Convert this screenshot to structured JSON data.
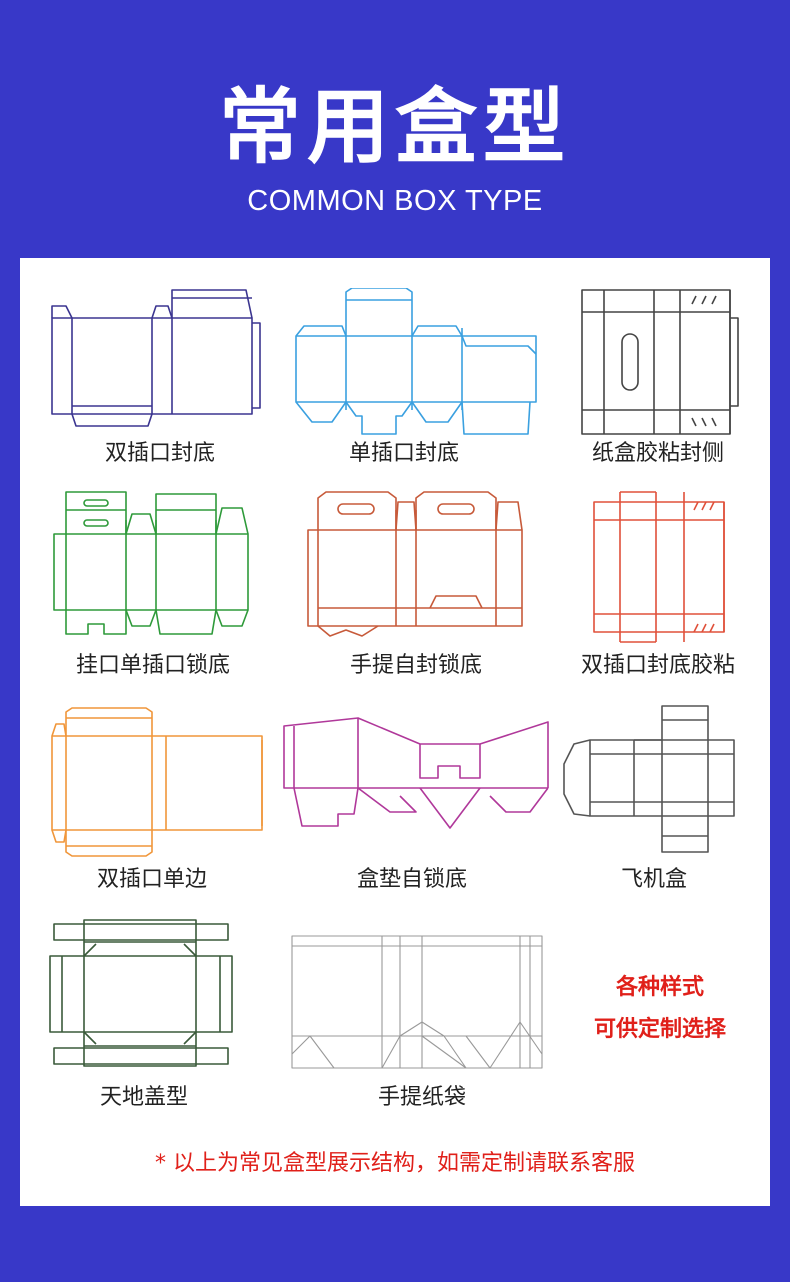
{
  "header": {
    "title": "常用盒型",
    "subtitle": "COMMON BOX TYPE"
  },
  "items": [
    {
      "label": "双插口封底",
      "color": "#3b3590"
    },
    {
      "label": "单插口封底",
      "color": "#3aa0e0"
    },
    {
      "label": "纸盒胶粘封侧",
      "color": "#444444"
    },
    {
      "label": "挂口单插口锁底",
      "color": "#2e9a3a"
    },
    {
      "label": "手提自封锁底",
      "color": "#c75a3a"
    },
    {
      "label": "双插口封底胶粘",
      "color": "#e0503a"
    },
    {
      "label": "双插口单边",
      "color": "#f0963a"
    },
    {
      "label": "盒垫自锁底",
      "color": "#b0389a"
    },
    {
      "label": "飞机盒",
      "color": "#555555"
    },
    {
      "label": "天地盖型",
      "color": "#3a5a3a"
    },
    {
      "label": "手提纸袋",
      "color": "#999999"
    }
  ],
  "custom_note": {
    "line1": "各种样式",
    "line2": "可供定制选择"
  },
  "footer": {
    "note": "* 以上为常见盒型展示结构，如需定制请联系客服"
  },
  "colors": {
    "background": "#3838c8",
    "panel": "#ffffff",
    "accent_red": "#e0201a"
  }
}
